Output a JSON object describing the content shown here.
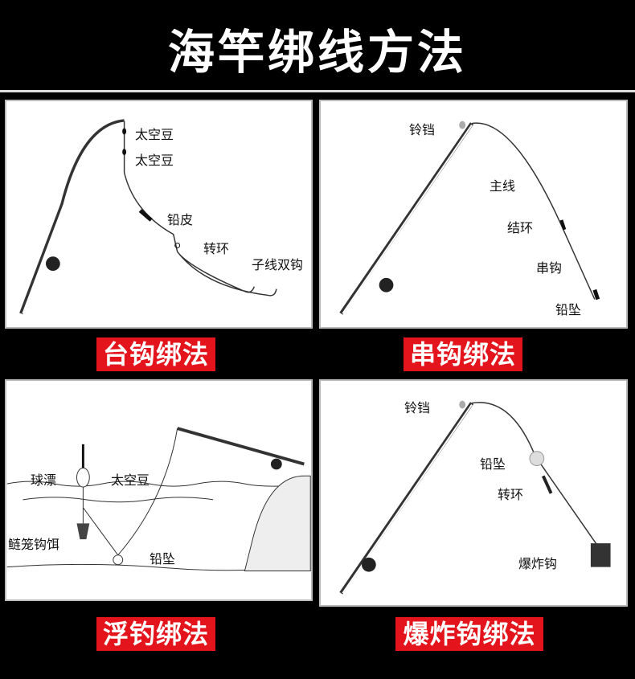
{
  "title": "海竿绑线方法",
  "panels": [
    {
      "name": "台钩绑法",
      "labels": [
        "太空豆",
        "太空豆",
        "铅皮",
        "转环",
        "子线双钩"
      ]
    },
    {
      "name": "串钩绑法",
      "labels": [
        "铃铛",
        "主线",
        "结环",
        "串钩",
        "铅坠"
      ]
    },
    {
      "name": "浮钓绑法",
      "labels": [
        "球漂",
        "太空豆",
        "鲢笼钩饵",
        "铅坠"
      ]
    },
    {
      "name": "爆炸钩绑法",
      "labels": [
        "铃铛",
        "铅坠",
        "转环",
        "爆炸钩"
      ]
    }
  ],
  "colors": {
    "background": "#000000",
    "tag": "#e3141b",
    "panel": "#ffffff"
  }
}
